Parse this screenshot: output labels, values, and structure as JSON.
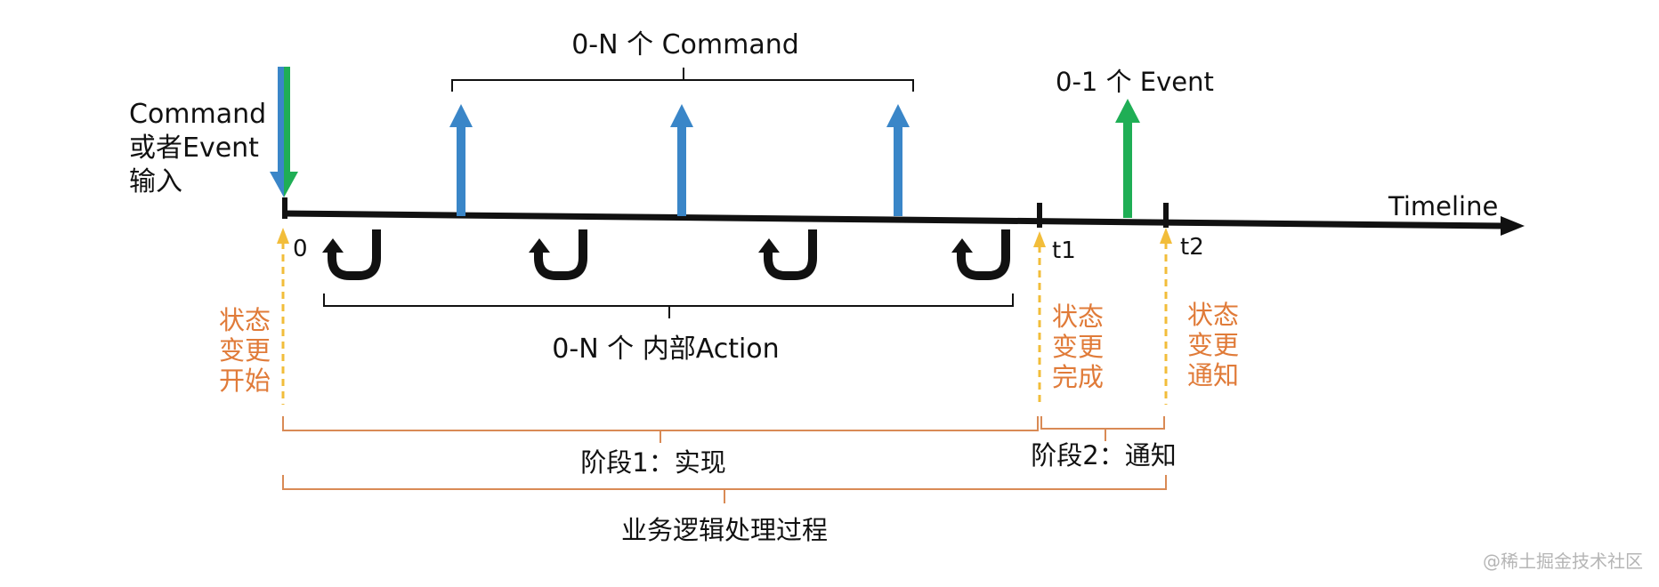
{
  "colors": {
    "timeline": "#111111",
    "command_arrow": "#3a86c8",
    "event_arrow": "#1fae55",
    "state_marker": "#f2bd3a",
    "stage_brace": "#d98a55",
    "note_text": "#e07b39"
  },
  "input": {
    "line1": "Command",
    "line2": "或者Event",
    "line3": "输入"
  },
  "commands_label": "0-N 个 Command",
  "event_label": "0-1 个 Event",
  "timeline_label": "Timeline",
  "ticks": {
    "t0": "0",
    "t1": "t1",
    "t2": "t2"
  },
  "actions_label": "0-N 个 内部Action",
  "notes": {
    "start": [
      "状态",
      "变更",
      "开始"
    ],
    "done": [
      "状态",
      "变更",
      "完成"
    ],
    "notify": [
      "状态",
      "变更",
      "通知"
    ]
  },
  "stages": {
    "stage1": "阶段1：实现",
    "stage2": "阶段2：通知",
    "process": "业务逻辑处理过程"
  },
  "watermark": "@稀土掘金技术社区",
  "counts": {
    "command_arrows": 3,
    "action_loops": 4
  }
}
